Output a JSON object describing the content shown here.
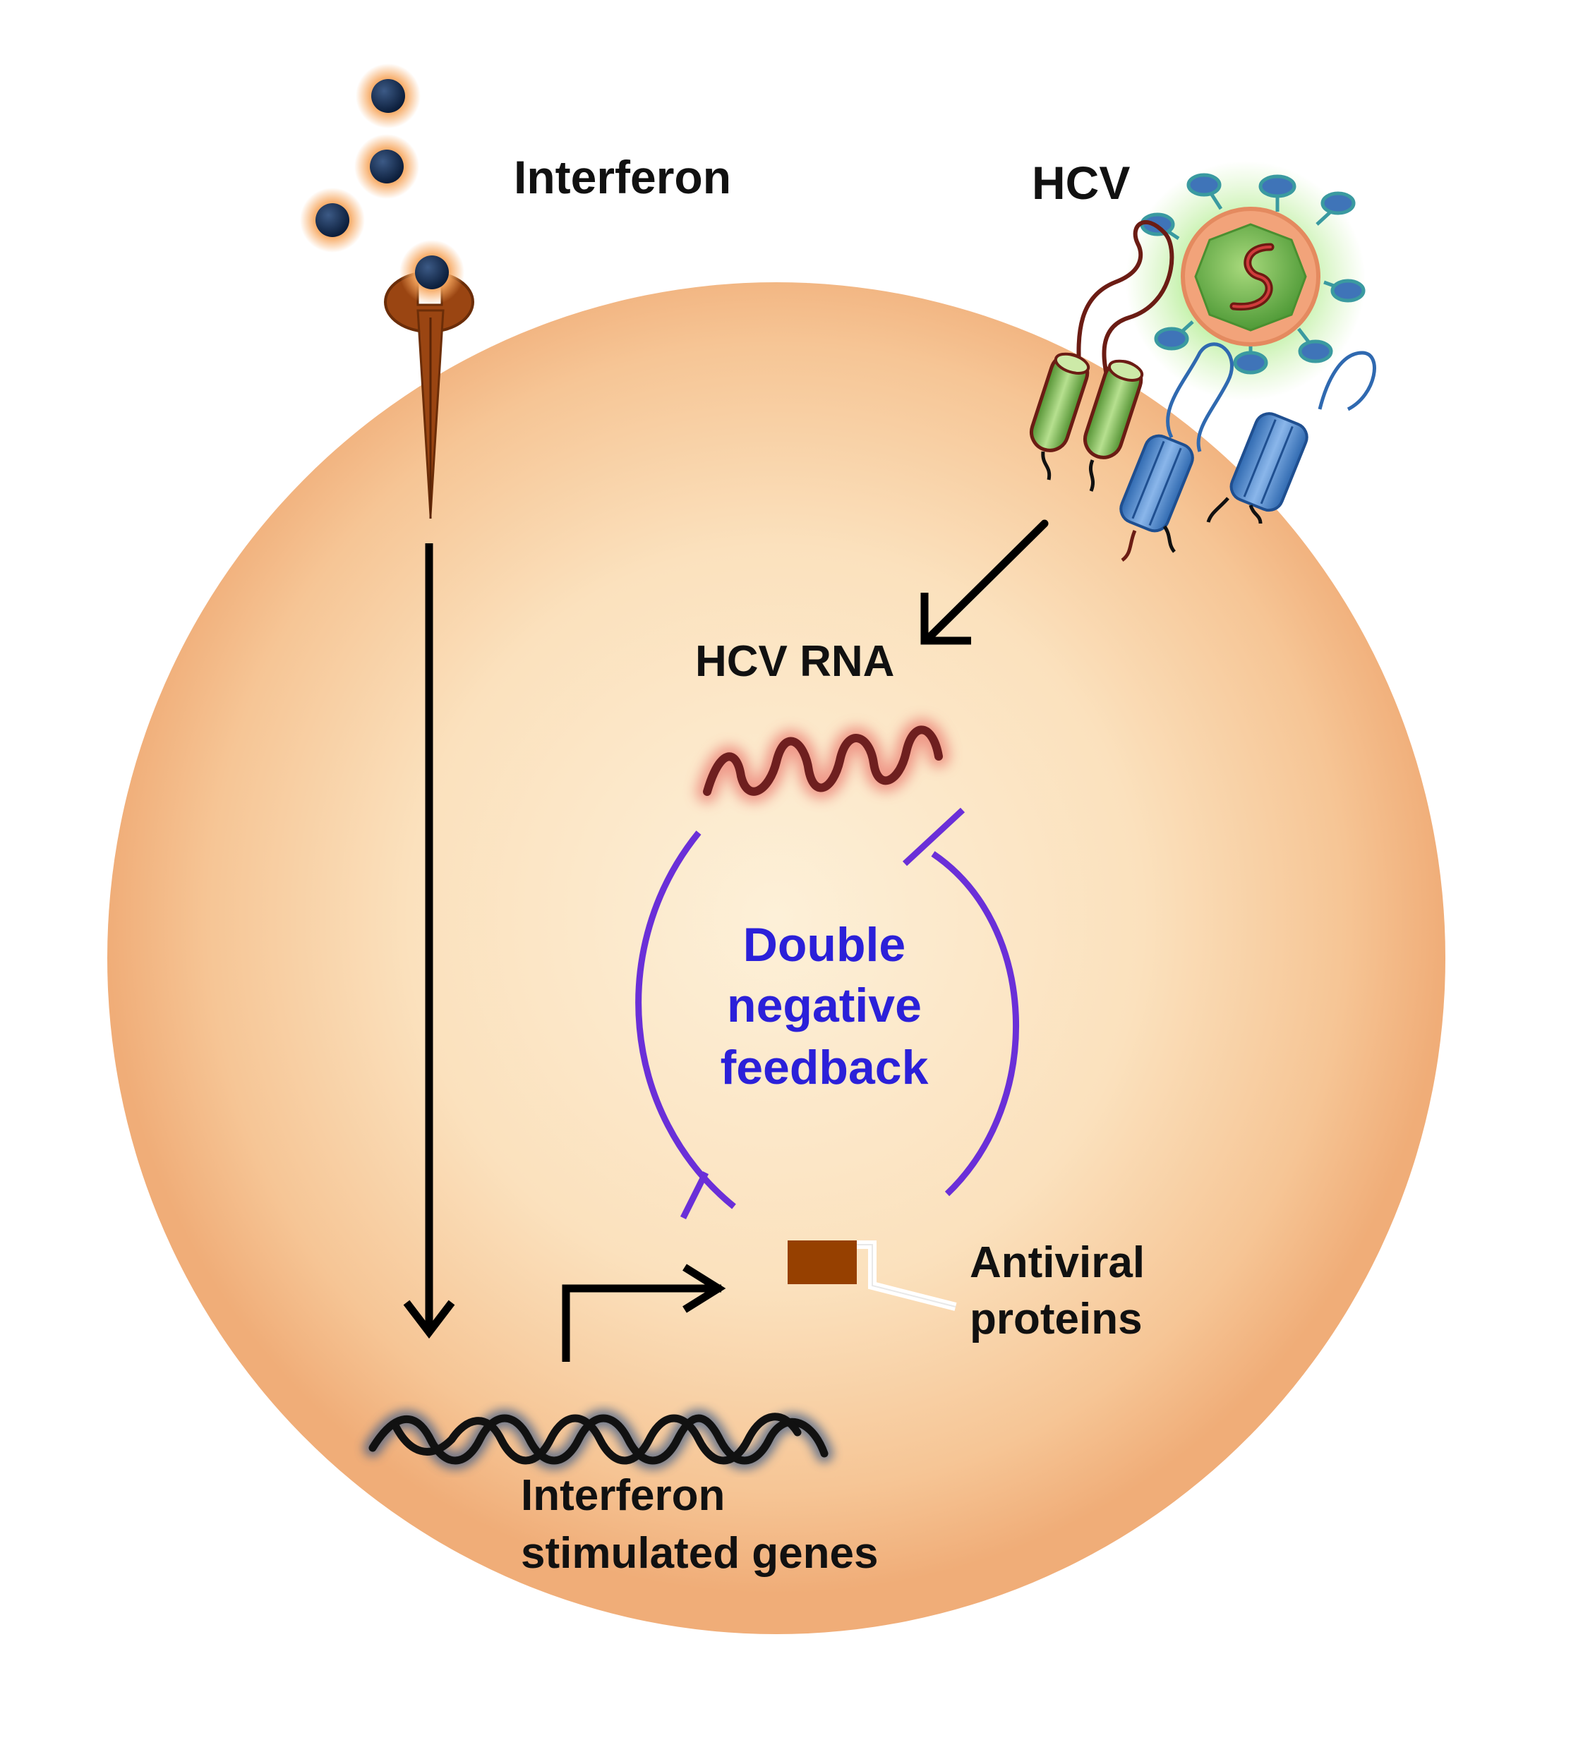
{
  "labels": {
    "interferon": "Interferon",
    "hcv": "HCV",
    "hcv_rna": "HCV RNA",
    "feedback_line1": "Double",
    "feedback_line2": "negative",
    "feedback_line3": "feedback",
    "antiviral_line1": "Antiviral",
    "antiviral_line2": "proteins",
    "isg_line1": "Interferon",
    "isg_line2": "stimulated genes"
  },
  "colors": {
    "cell_center": "#fdefd6",
    "cell_edge": "#f2b27c",
    "interferon_particle": "#13294b",
    "receptor": "#9a4512",
    "feedback": "#6a2fd8",
    "feedback_text": "#2b20d9",
    "hcv_rna": "#6e1f1f",
    "gene_dna": "#111111",
    "antiviral_protein": "#964000"
  },
  "icons": {
    "interferon": "interferon-particle-icon",
    "receptor": "interferon-receptor-icon",
    "virus": "hcv-virion-icon",
    "hcv_receptor": "hcv-entry-receptor-icon",
    "rna": "rna-strand-icon",
    "dna": "dna-helix-icon",
    "protein": "antiviral-protein-icon"
  }
}
